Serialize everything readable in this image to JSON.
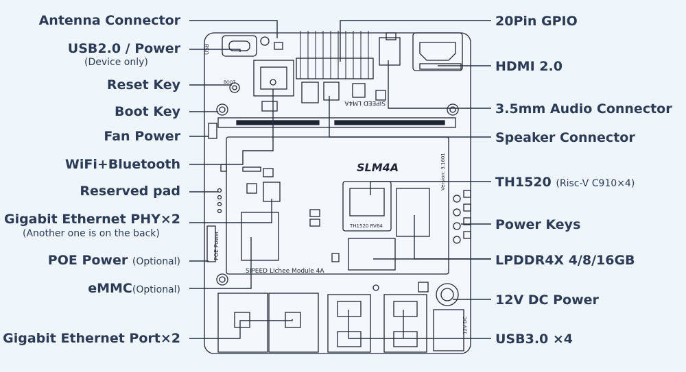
{
  "colors": {
    "background": "#eef5fb",
    "board_line": "#1f2535",
    "leader": "#243042",
    "text": "#2c3a55"
  },
  "labels": {
    "antenna": "Antenna Connector",
    "usb2": "USB2.0 / Power",
    "usb2_sub": "(Device only)",
    "reset": "Reset Key",
    "boot": "Boot Key",
    "fan": "Fan Power",
    "wifi": "WiFi+Bluetooth",
    "reserved": "Reserved pad",
    "gphy": "Gigabit Ethernet PHY×2",
    "gphy_sub": "(Another one is on the back)",
    "poe": "POE Power",
    "poe_opt": "(Optional)",
    "emmc": "eMMC",
    "emmc_opt": "(Optional)",
    "geport": "Gigabit Ethernet Port×2",
    "gpio": "20Pin GPIO",
    "hdmi": "HDMI 2.0",
    "audio": "3.5mm Audio Connector",
    "speaker": "Speaker Connector",
    "th1520": "TH1520",
    "th1520_sub": "(Risc-V C910×4)",
    "powerkeys": "Power Keys",
    "lpddr": "LPDDR4X 4/8/16GB",
    "dc": "12V DC Power",
    "usb3": "USB3.0 ×4"
  },
  "board_text": {
    "logo": "SLM4A",
    "module": "SIPEED Lichee Module 4A",
    "soc": "TH1520 RV64",
    "brand": "SIPEED LM4A",
    "version": "Version: 3.1601",
    "poe_silk": "POE Power",
    "dc_silk": "12V DC",
    "boot_silk": "BOOT"
  }
}
